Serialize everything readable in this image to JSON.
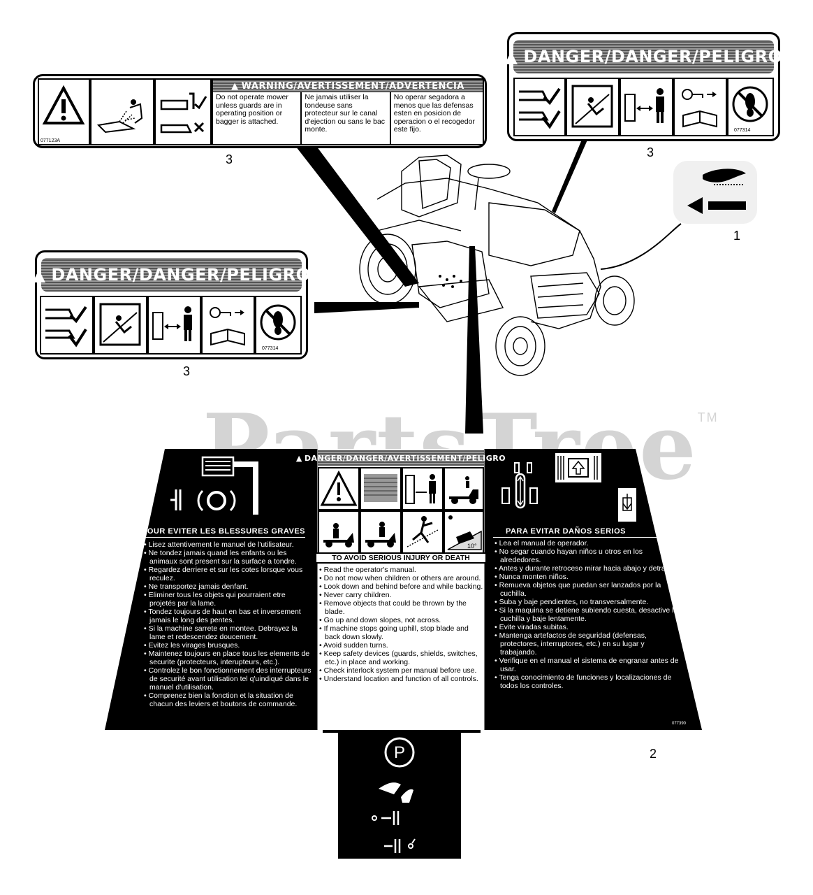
{
  "watermark": {
    "brand": "PartsTree",
    "tm": "TM"
  },
  "callouts": {
    "c3_warning": "3",
    "c3_danger_top": "3",
    "c3_danger_left": "3",
    "c1": "1",
    "c2": "2"
  },
  "warning_decal": {
    "banner": "WARNING/AVERTISSEMENT/ADVERTENCIA",
    "part_no": "077123A",
    "col_en": "Do not operate mower unless guards are in operating position or bagger is attached.",
    "col_fr": "Ne jamais utiliser la tondeuse sans protecteur sur le canal d'ejection ou sans le bac monte.",
    "col_es": "No operar segadora a menos que las defensas esten en posicion de operacion o el recogedor este fijo."
  },
  "danger_top": {
    "banner": "DANGER/DANGER/PELIGRO",
    "part_no": "077314"
  },
  "danger_left": {
    "banner": "DANGER/DANGER/PELIGRO",
    "part_no": "077314"
  },
  "main_decal": {
    "banner": "DANGER/DANGER/AVERTISSEMENT/PELIGRO",
    "slope_label": "10°",
    "part_no": "077390",
    "fr_title": "POUR EVITER LES BLESSURES GRAVES",
    "en_title": "TO AVOID SERIOUS INJURY OR DEATH",
    "es_title": "PARA EVITAR DAÑOS SERIOS",
    "fr_rules": [
      "Lisez attentivement le manuel de l'utilisateur.",
      "Ne tondez jamais quand les enfants ou les animaux sont present sur la surface a tondre.",
      "Regardez derriere et sur les cotes lorsque vous reculez.",
      "Ne transportez jamais denfant.",
      "Eliminer tous les objets qui pourraient etre projetés par la lame.",
      "Tondez toujours de haut en bas et inversement jamais le long des pentes.",
      "Si la machine sarrete en montee. Debrayez la lame et redescendez doucement.",
      "Evitez les virages brusques.",
      "Maintenez toujours en place tous les elements de securite (protecteurs, interupteurs, etc.).",
      "Controlez le bon fonctionnement des interrupteurs de securité avant utilisation tel q'uindiqué dans le manuel d'utilisation.",
      "Comprenez bien la fonction et la situation de chacun des leviers et boutons de commande."
    ],
    "en_rules": [
      "Read the operator's manual.",
      "Do not mow when children or others are around.",
      "Look down and behind before and while backing.",
      "Never carry children.",
      "Remove objects that could be thrown by the blade.",
      "Go up and down slopes, not across.",
      "If machine stops going uphill, stop blade and back down slowly.",
      "Avoid sudden turns.",
      "Keep safety devices (guards, shields, switches, etc.) in place and working.",
      "Check interlock system per manual before use.",
      "Understand location and function of all controls."
    ],
    "es_rules": [
      "Lea el manual de operador.",
      "No segar cuando hayan niños u otros en los alrededores.",
      "Antes y durante retroceso mirar hacia abajo y detras.",
      "Nunca monten niños.",
      "Remueva objetos que puedan ser lanzados por la cuchilla.",
      "Suba y baje pendientes, no transversalmente.",
      "Si la maquina se detiene subiendo cuesta, desactive la cuchilla y baje lentamente.",
      "Evite viradas subitas.",
      "Mantenga artefactos de seguridad (defensas, protectores, interruptores, etc.) en su lugar y trabajando.",
      "Verifique en el manual el sistema de engranar antes de usar.",
      "Tenga conocimiento de funciones y localizaciones de todos los controles."
    ]
  }
}
